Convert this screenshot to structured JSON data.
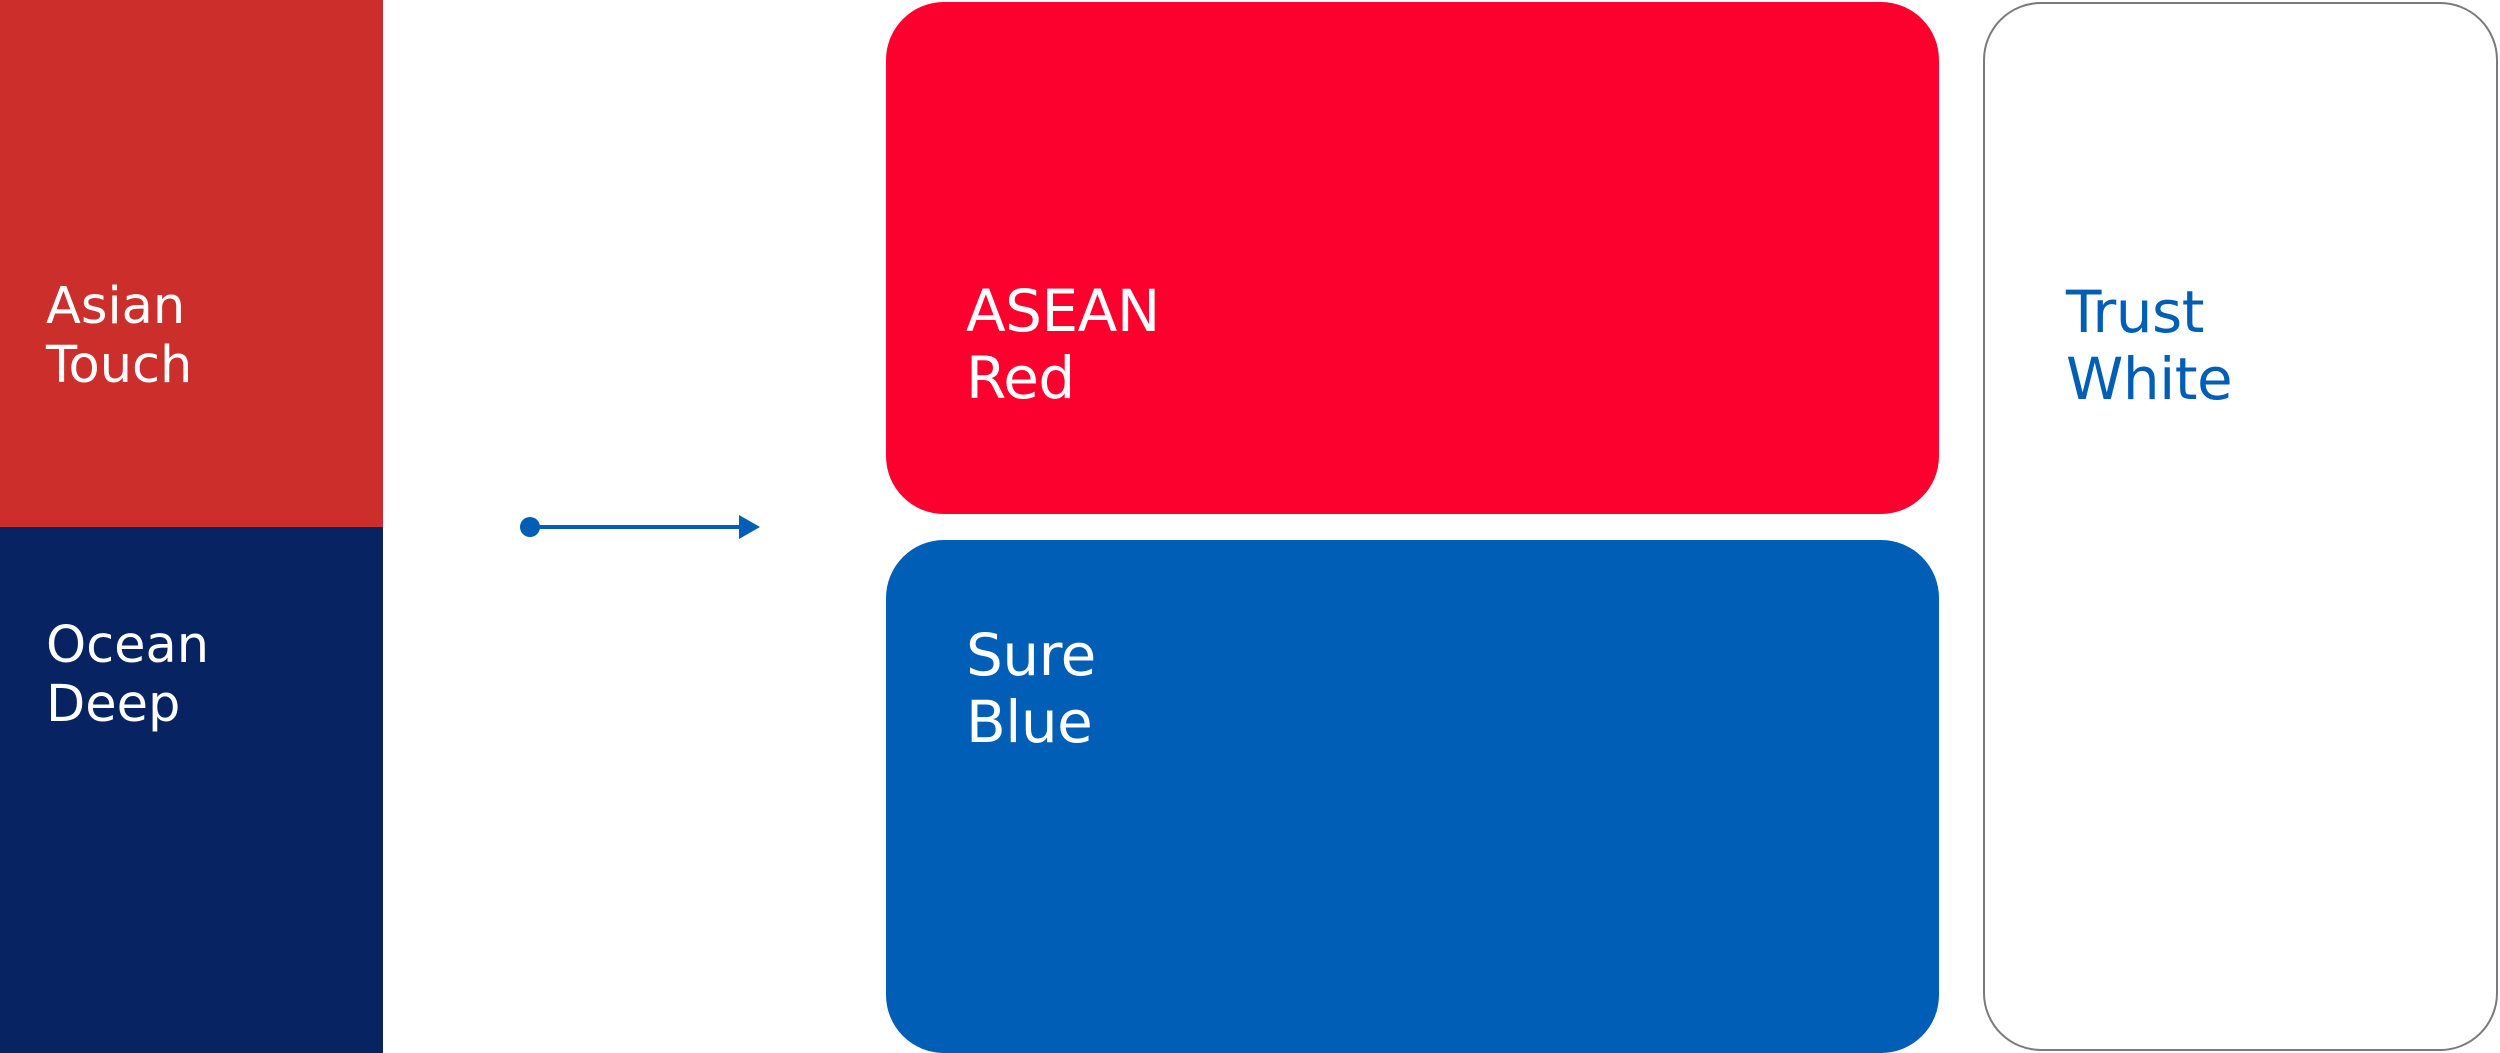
{
  "colors": {
    "asian_touch": "#cc2e2b",
    "ocean_deep": "#072361",
    "asean_red": "#fc012e",
    "sure_blue": "#015eb6",
    "trust_white": "#ffffff",
    "trust_white_text": "#015eb6",
    "arrow": "#015eb6",
    "light_text": "#ffffff",
    "white_border": "#7a7a7a"
  },
  "old_palette": [
    {
      "line1": "Asian",
      "line2": "Touch"
    },
    {
      "line1": "Ocean",
      "line2": "Deep"
    }
  ],
  "new_palette": [
    {
      "line1": "ASEAN",
      "line2": "Red"
    },
    {
      "line1": "Sure",
      "line2": "Blue"
    },
    {
      "line1": "Trust",
      "line2": "White"
    }
  ]
}
